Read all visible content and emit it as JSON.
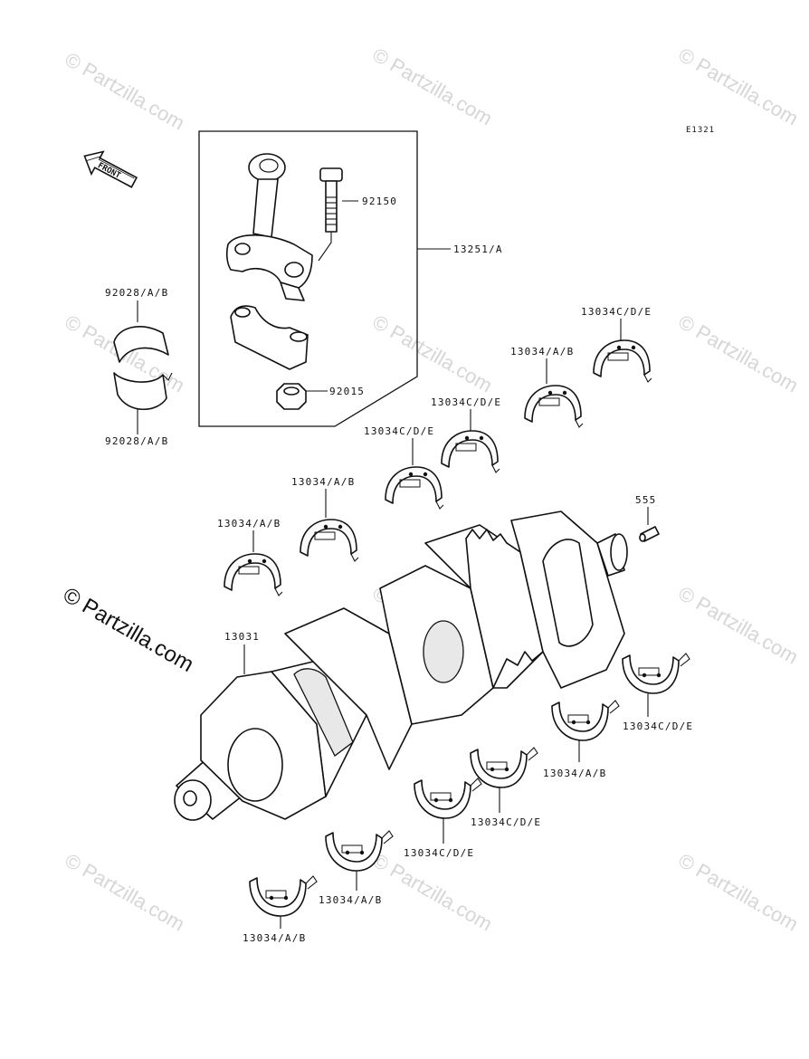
{
  "diagram_code": "E1321",
  "front_label": "FRONT",
  "watermark_text": "© Partzilla.com",
  "labels": {
    "conrod_assy": "13251/A",
    "conrod_bolt": "92150",
    "conrod_nut": "92015",
    "conrod_bearing_top": "92028/A/B",
    "conrod_bearing_bottom": "92028/A/B",
    "crankshaft": "13031",
    "pin": "555",
    "upper_bearing_1": "13034/A/B",
    "upper_bearing_2": "13034/A/B",
    "upper_bearing_3": "13034C/D/E",
    "upper_bearing_4": "13034C/D/E",
    "upper_bearing_5": "13034/A/B",
    "upper_bearing_6": "13034C/D/E",
    "lower_bearing_1": "13034/A/B",
    "lower_bearing_2": "13034/A/B",
    "lower_bearing_3": "13034C/D/E",
    "lower_bearing_4": "13034C/D/E",
    "lower_bearing_5": "13034/A/B",
    "lower_bearing_6": "13034C/D/E"
  }
}
